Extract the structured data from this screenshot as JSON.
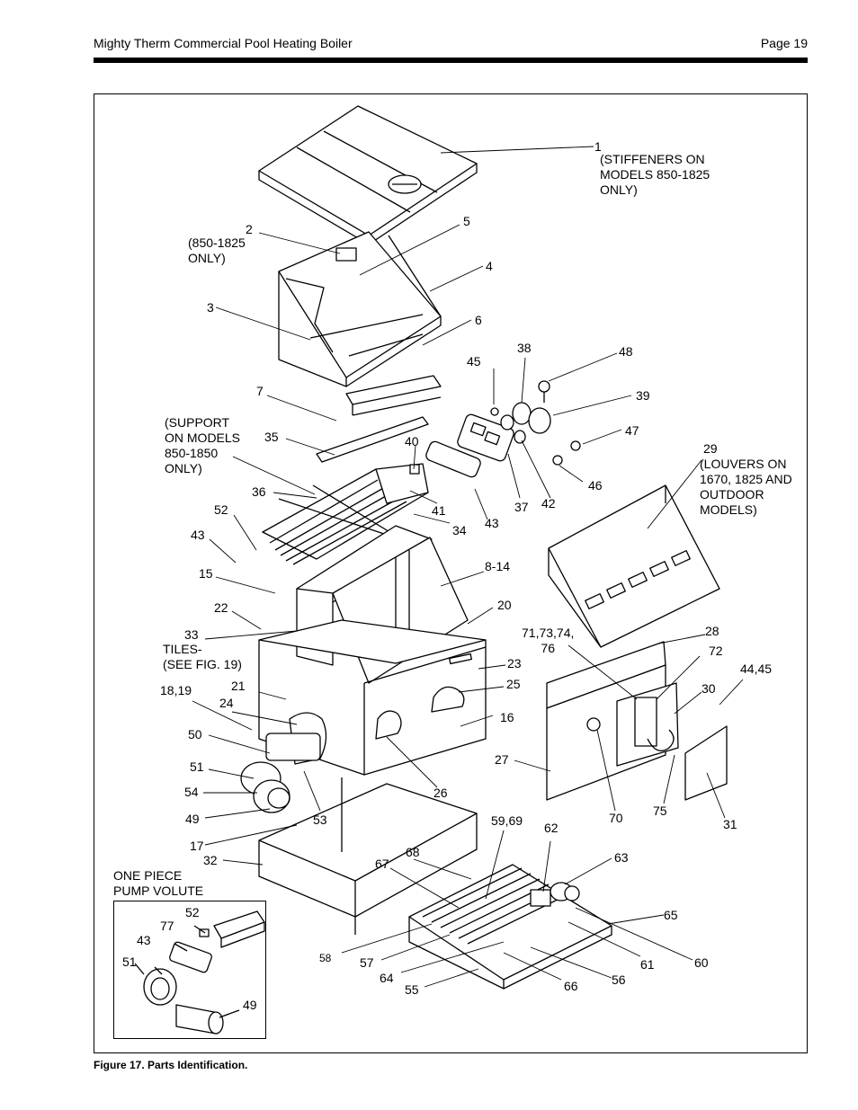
{
  "header": {
    "title": "Mighty Therm Commercial Pool Heating Boiler",
    "page": "Page 19"
  },
  "caption": "Figure 17. Parts Identification.",
  "callouts": {
    "c1": "1",
    "c1_note": "(STIFFENERS ON\nMODELS 850-1825\nONLY)",
    "c2": "2",
    "c2_note": "(850-1825\nONLY)",
    "c3": "3",
    "c4": "4",
    "c5": "5",
    "c6": "6",
    "c7": "7",
    "c35": "35",
    "support_note": "(SUPPORT\nON MODELS\n850-1850\nONLY)",
    "c36": "36",
    "c38": "38",
    "c45": "45",
    "c48": "48",
    "c39": "39",
    "c47": "47",
    "c40": "40",
    "c46": "46",
    "c29": "29",
    "c29_note": "(LOUVERS ON\n1670, 1825 AND\nOUTDOOR\nMODELS)",
    "c41": "41",
    "c43a": "43",
    "c37": "37",
    "c42": "42",
    "c34": "34",
    "c52": "52",
    "c43b": "43",
    "c15": "15",
    "c8_14": "8-14",
    "c22": "22",
    "c20": "20",
    "c33": "33",
    "tiles_note": "TILES-\n(SEE FIG. 19)",
    "c28": "28",
    "c71": "71,73,74,\n76",
    "c72": "72",
    "c44_45": "44,45",
    "c23": "23",
    "c21": "21",
    "c25": "25",
    "c30": "30",
    "c18_19": "18,19",
    "c24": "24",
    "c16": "16",
    "c50": "50",
    "c27": "27",
    "c51": "51",
    "c54": "54",
    "c26": "26",
    "c49": "49",
    "c53": "53",
    "c70": "70",
    "c75": "75",
    "c31": "31",
    "c59_69": "59,69",
    "c62": "62",
    "c17": "17",
    "c68": "68",
    "c63": "63",
    "c32": "32",
    "c67": "67",
    "volute_note": "ONE PIECE\nPUMP VOLUTE",
    "c65": "65",
    "c52b": "52",
    "c77": "77",
    "c43c": "43",
    "c51b": "51",
    "c58": "58",
    "c57": "57",
    "c61": "61",
    "c60": "60",
    "c64": "64",
    "c56": "56",
    "c55": "55",
    "c66": "66",
    "c49b": "49"
  }
}
